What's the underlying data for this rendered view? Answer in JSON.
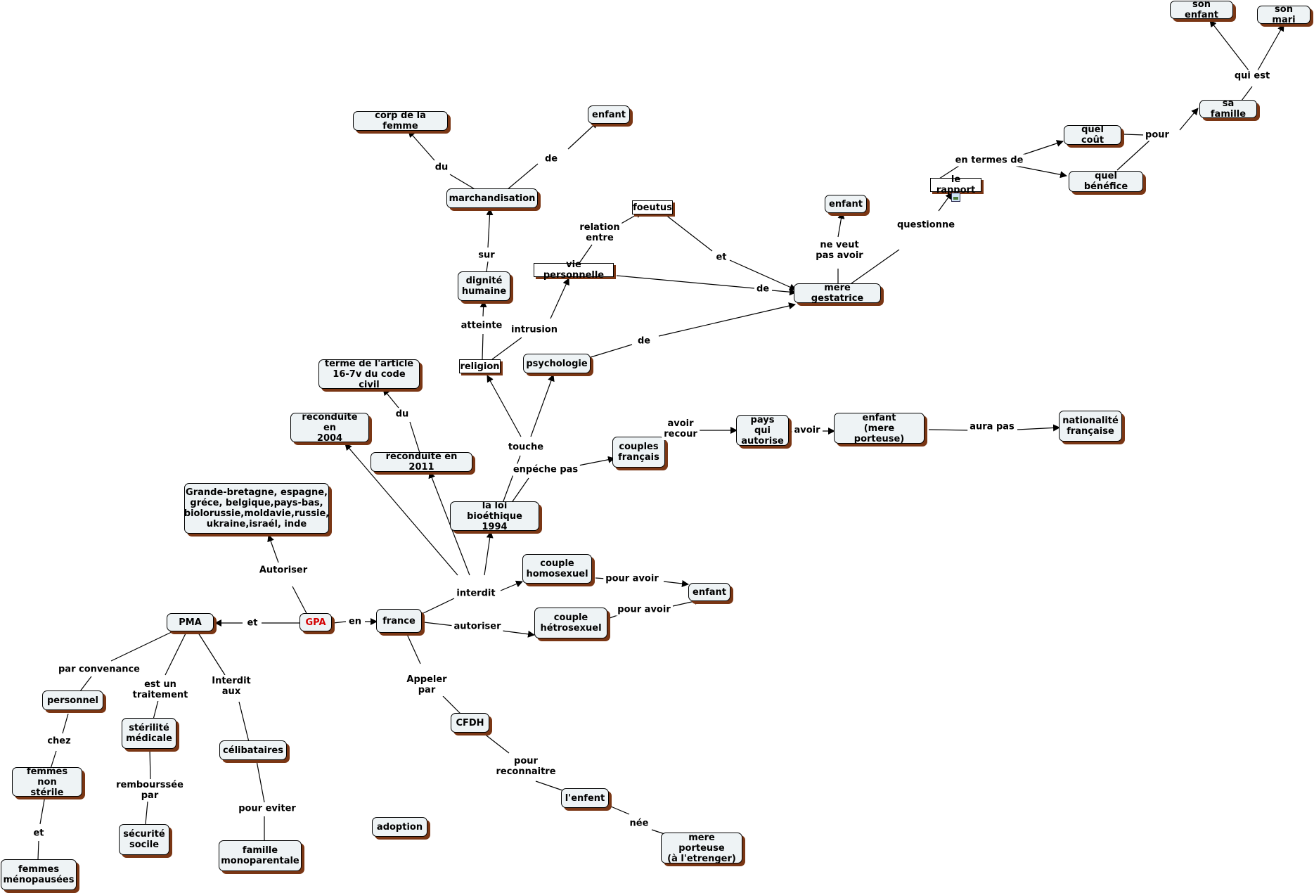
{
  "nodes": {
    "son_enfant": "son enfant",
    "son_mari": "son mari",
    "sa_famille": "sa famille",
    "quel_cout": "quel coût",
    "quel_benefice": "quel bénéfice",
    "le_rapport": "le rapport",
    "enfant_1": "enfant",
    "enfant_2": "enfant",
    "enfant_3": "enfant",
    "corp_femme": "corp de la femme",
    "marchandisation": "marchandisation",
    "foeutus": "foeutus",
    "vie_personnelle": "vie personnelle",
    "mere_gestatrice": "mere gestatrice",
    "dignite_humaine": "dignité\nhumaine",
    "religion": "religion",
    "psychologie": "psychologie",
    "terme_article": "terme de l'article\n16-7v du code civil",
    "reconduite_2004": "reconduite en\n2004",
    "reconduite_2011": "reconduite en 2011",
    "couples_francais": "couples\nfrançais",
    "pays_autorise": "pays qui\nautorise",
    "enfant_mere_porteuse": "enfant\n(mere porteuse)",
    "nationalite": "nationalité\nfrançaise",
    "loi_bioethique": "la loi bioéthique\n1994",
    "pays_liste": "Grande-bretagne, espagne,\ngréce, belgique,pays-bas,\nbiolorussie,moldavie,russie,\nukraine,israél, inde",
    "couple_homo": "couple\nhomosexuel",
    "couple_hetero": "couple\nhétrosexuel",
    "pma": "PMA",
    "gpa": "GPA",
    "france": "france",
    "personnel": "personnel",
    "sterilite": "stérilité\nmédicale",
    "celibataires": "célibataires",
    "cfdh": "CFDH",
    "femmes_non_sterile": "femmes non\nstérile",
    "securite_sociale": "sécurité\nsocile",
    "famille_mono": "famille\nmonoparentale",
    "l_enfent": "l'enfent",
    "adoption": "adoption",
    "mere_porteuse_etranger": "mere porteuse\n(à l'etrenger)",
    "femmes_menopausees": "femmes\nménopausées"
  },
  "links": {
    "qui_est": "qui est",
    "pour_1": "pour",
    "en_termes_de": "en termes de",
    "questionne": "questionne",
    "ne_veut_pas_avoir": "ne veut\npas avoir",
    "relation_entre": "relation\nentre",
    "et_1": "et",
    "de_1": "de",
    "du_1": "du",
    "de_2": "de",
    "sur": "sur",
    "atteinte": "atteinte",
    "intrusion": "intrusion",
    "de_3": "de",
    "du_2": "du",
    "touche": "touche",
    "avoir_recour": "avoir\nrecour",
    "avoir": "avoir",
    "aura_pas": "aura pas",
    "enpeche_pas": "enpéche pas",
    "interdit": "interdit",
    "pour_avoir_1": "pour avoir",
    "pour_avoir_2": "pour avoir",
    "autoriser_1": "Autoriser",
    "autoriser_2": "autoriser",
    "et_2": "et",
    "en": "en",
    "appeler_par": "Appeler\npar",
    "par_convenance": "par convenance",
    "est_un_traitement": "est un\ntraitement",
    "interdit_aux": "Interdit\naux",
    "chez": "chez",
    "rembourssee_par": "rembourssée\npar",
    "pour_eviter": "pour eviter",
    "pour_reconnaitre": "pour\nreconnaitre",
    "nee": "née",
    "et_3": "et"
  },
  "colors": {
    "node_fill": "#eef3f5",
    "node_shadow": "#7a3614",
    "line": "#000000",
    "gpa_text": "#d40000"
  },
  "icons": [
    "image-icon"
  ]
}
